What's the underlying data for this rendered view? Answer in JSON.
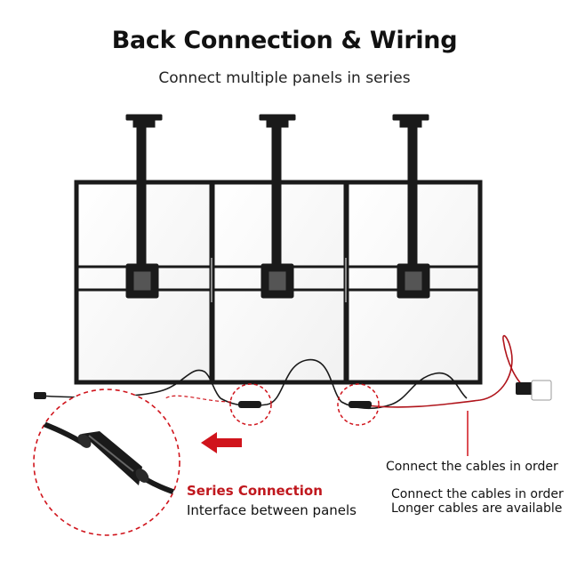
{
  "header": {
    "title": "Back Connection & Wiring",
    "subtitle": "Connect multiple panels in series"
  },
  "callout": {
    "title": "Series Connection",
    "description": "Interface between panels"
  },
  "notes": {
    "primary": "Connect the cables in order",
    "secondary": "Connect the cables in order",
    "tertiary": "Longer cables are available"
  },
  "colors": {
    "frame": "#1a1a1a",
    "accent": "#d0141c",
    "text": "#111111"
  },
  "icons": [
    "arrow-left-icon",
    "magnifier-circle-icon",
    "power-plug-icon"
  ]
}
